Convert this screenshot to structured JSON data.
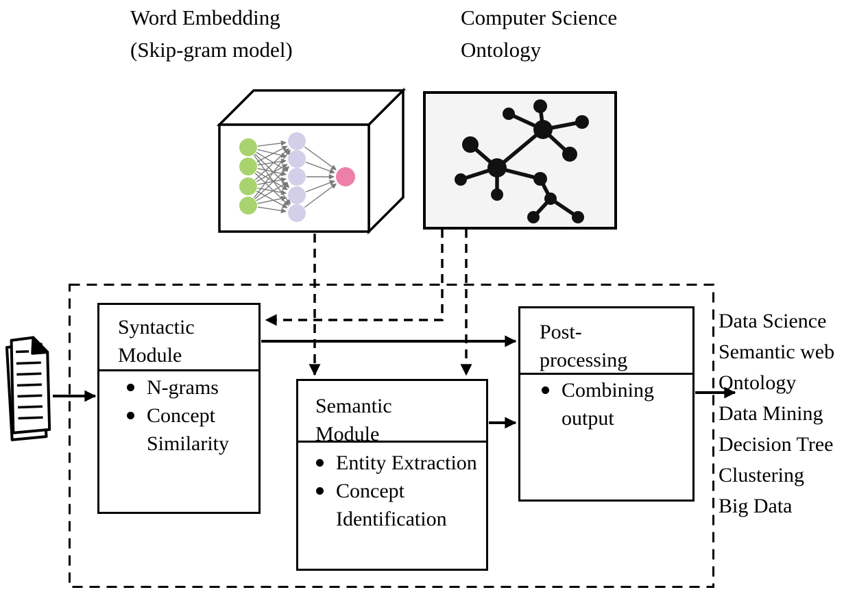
{
  "labels": {
    "word_embedding_line1": "Word Embedding",
    "word_embedding_line2": "(Skip-gram model)",
    "cso_line1": "Computer Science",
    "cso_line2": "Ontology"
  },
  "modules": {
    "syntactic": {
      "title_line1": "Syntactic",
      "title_line2": "Module",
      "items": [
        "N-grams",
        "Concept Similarity"
      ]
    },
    "semantic": {
      "title_line1": "Semantic",
      "title_line2": "Module",
      "items": [
        "Entity Extraction",
        "Concept Identification"
      ]
    },
    "postprocessing": {
      "title_line1": "Post-",
      "title_line2": "processing",
      "items": [
        "Combining output"
      ]
    }
  },
  "outputs": {
    "items": [
      "Data Science",
      "Semantic web",
      "Ontology",
      "Data Mining",
      "Decision Tree",
      "Clustering",
      "Big Data"
    ]
  },
  "icons": {
    "document": "document-icon",
    "neural_network": "neural-network-icon",
    "ontology_graph": "ontology-graph-icon"
  },
  "colors": {
    "ink": "#000000",
    "nn_input_node": "#a9d36e",
    "nn_hidden_node": "#d4cfe8",
    "nn_output_node": "#ee7fa6",
    "nn_edge": "#7a7a7a",
    "ontology_panel_bg": "#f4f4f4"
  }
}
